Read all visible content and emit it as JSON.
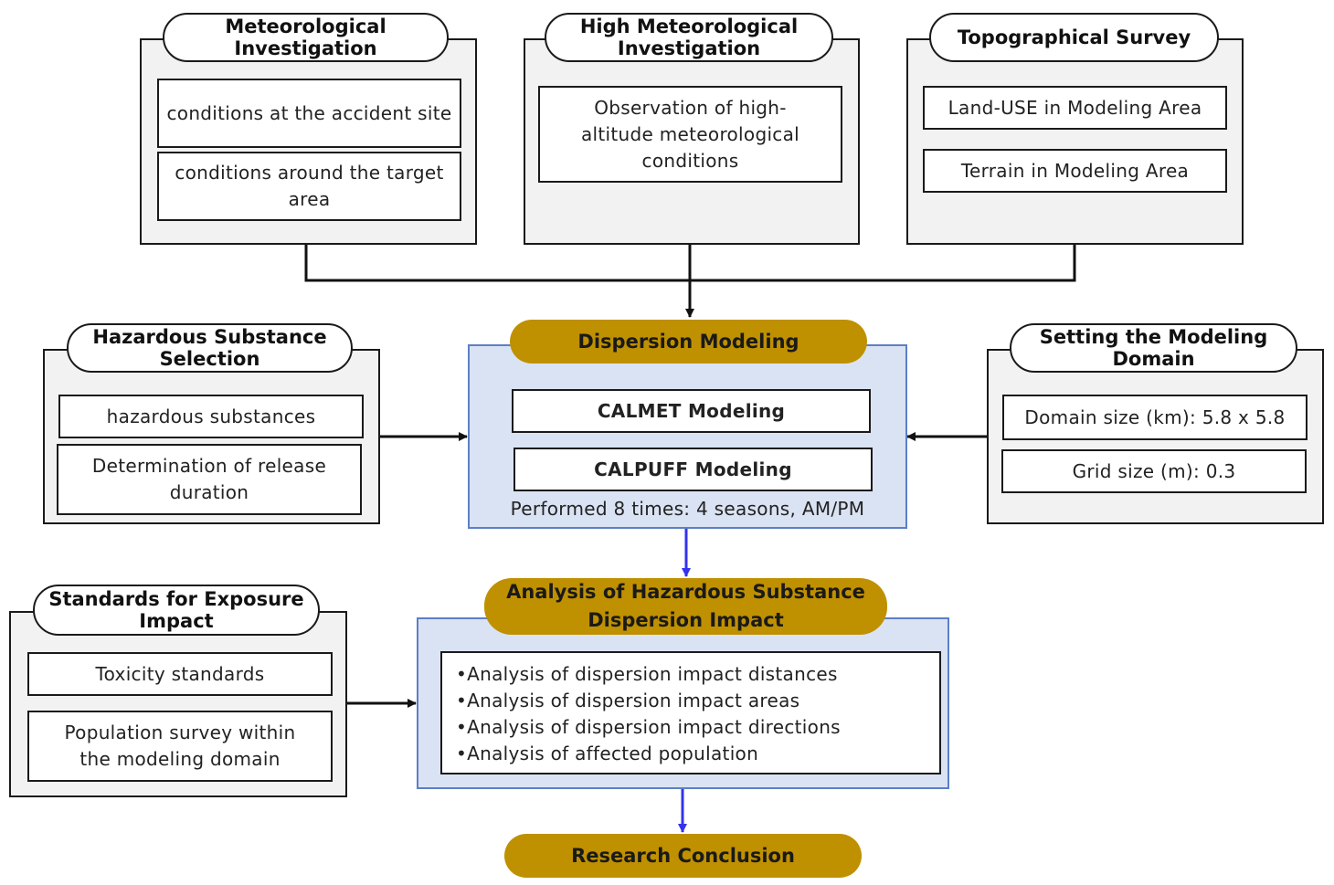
{
  "meteorological": {
    "title": "Meteorological Investigation",
    "items": [
      "conditions at the accident site",
      "conditions around the target area"
    ]
  },
  "high_meteorological": {
    "title": "High Meteorological Investigation",
    "items": [
      "Observation of high-altitude meteorological conditions"
    ]
  },
  "topographical": {
    "title": "Topographical Survey",
    "items": [
      "Land-USE in Modeling Area",
      "Terrain in Modeling Area"
    ]
  },
  "hazardous_selection": {
    "title": "Hazardous Substance Selection",
    "items": [
      "hazardous substances",
      "Determination of release duration"
    ]
  },
  "dispersion": {
    "title": "Dispersion Modeling",
    "items": [
      "CALMET Modeling",
      "CALPUFF Modeling"
    ],
    "note": "Performed 8 times: 4 seasons, AM/PM"
  },
  "modeling_domain": {
    "title": "Setting the Modeling Domain",
    "items": [
      "Domain size (km): 5.8 x 5.8",
      "Grid size (m): 0.3"
    ]
  },
  "exposure": {
    "title": "Standards for Exposure Impact",
    "items": [
      "Toxicity standards",
      "Population survey within the modeling domain"
    ]
  },
  "analysis": {
    "title": "Analysis of Hazardous Substance Dispersion Impact",
    "items": [
      "Analysis of dispersion impact distances",
      "Analysis of dispersion impact areas",
      "Analysis of dispersion impact directions",
      "Analysis of affected population"
    ]
  },
  "conclusion": {
    "title": "Research Conclusion"
  },
  "colors": {
    "gold": "#bf9000",
    "blue_fill": "#dae3f3",
    "blue_border": "#5b7fc8",
    "gray_fill": "#f2f2f2",
    "arrow_blue": "#3333ee"
  }
}
